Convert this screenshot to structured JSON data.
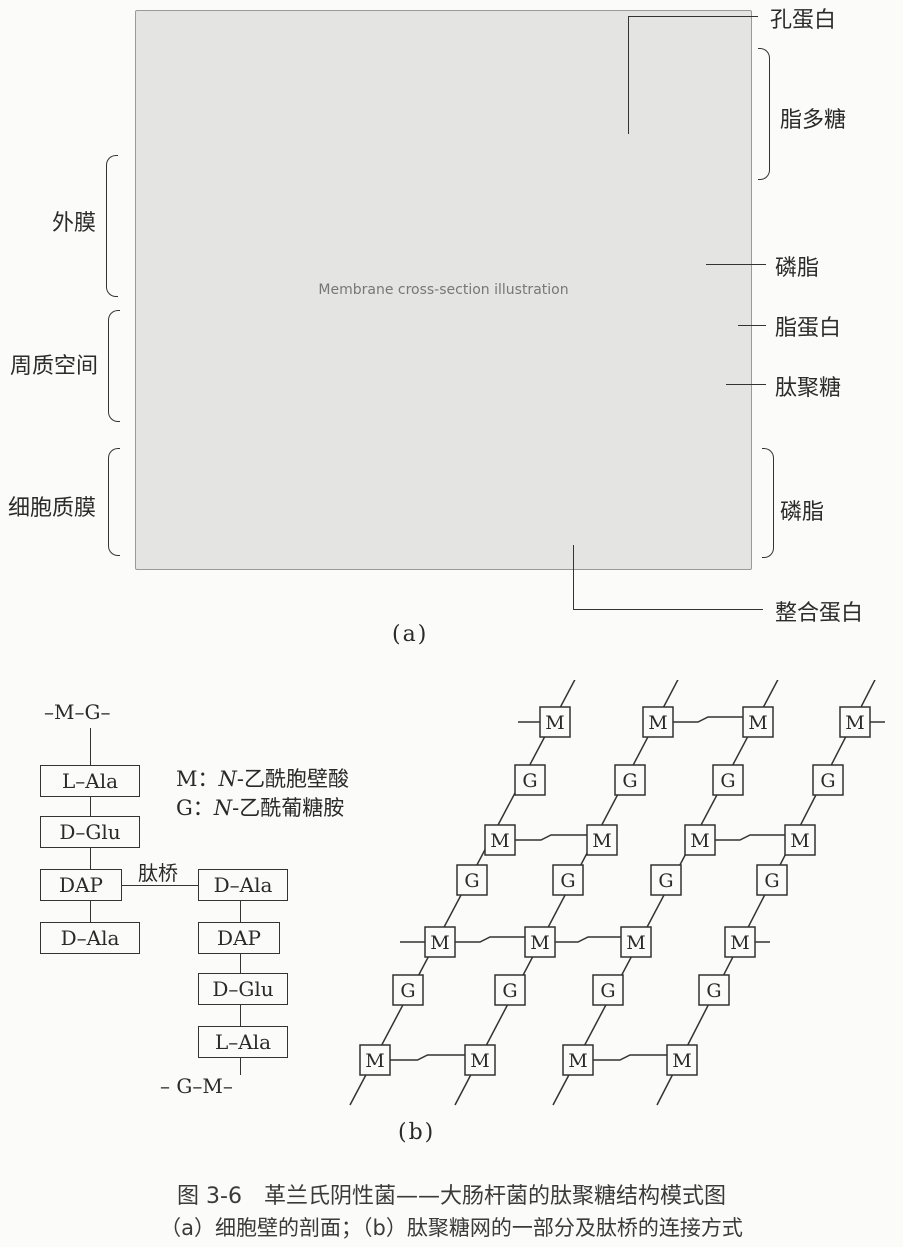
{
  "panel_a": {
    "illustration_label": "Membrane cross-section illustration",
    "right_labels": {
      "porin": "孔蛋白",
      "lps": "脂多糖",
      "phospholipid_outer": "磷脂",
      "lipoprotein": "脂蛋白",
      "peptidoglycan": "肽聚糖",
      "phospholipid_inner": "磷脂",
      "integral_protein": "整合蛋白"
    },
    "left_labels": {
      "outer_membrane": "外膜",
      "periplasm": "周质空间",
      "cytoplasmic_membrane": "细胞质膜"
    },
    "caption": "(a)"
  },
  "panel_b": {
    "chain_top": "–M–G–",
    "chain_bottom": "– G–M–",
    "left_column": [
      "L–Ala",
      "D–Glu",
      "DAP",
      "D–Ala"
    ],
    "right_column": [
      "D–Ala",
      "DAP",
      "D–Glu",
      "L–Ala"
    ],
    "bridge_label": "肽桥",
    "legend": {
      "m_prefix": "M：",
      "m_italic": "N",
      "m_text": "-乙酰胞壁酸",
      "g_prefix": "G：",
      "g_italic": "N",
      "g_text": "-乙酰葡糖胺"
    },
    "net_m": "M",
    "net_g": "G",
    "caption": "(b)"
  },
  "figure": {
    "title": "图 3-6　革兰氏阴性菌——大肠杆菌的肽聚糖结构模式图",
    "subtitle": "（a）细胞壁的剖面；（b）肽聚糖网的一部分及肽桥的连接方式"
  }
}
